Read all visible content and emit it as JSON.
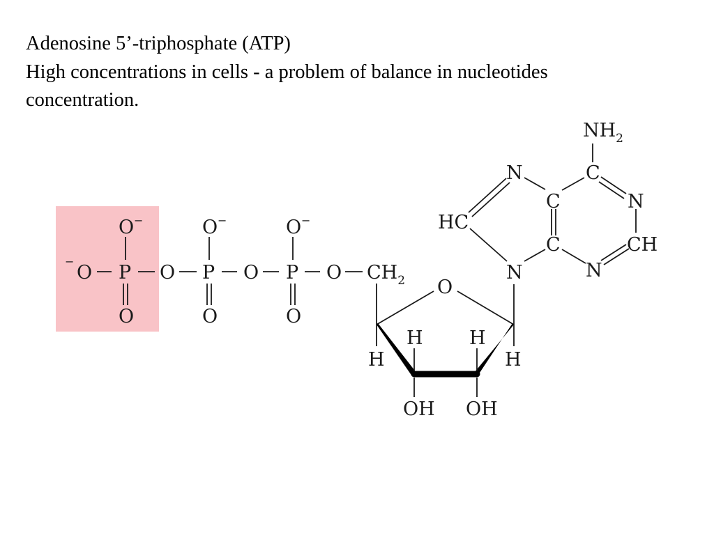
{
  "caption": {
    "line1": "Adenosine 5’-triphosphate (ATP)",
    "line2": "High concentrations in cells - a problem of balance in nucleotides",
    "line3": "concentration."
  },
  "highlight_color": "#f9c3c7",
  "labels": {
    "o_minus_1": "O",
    "minus": "−",
    "o_minus_2": "O",
    "o_minus_3": "O",
    "o_left": "O",
    "p1": "P",
    "p2": "P",
    "p3": "P",
    "o_bridge_1": "O",
    "o_bridge_2": "O",
    "o_bridge_3": "O",
    "o_bottom_1": "O",
    "o_bottom_2": "O",
    "o_bottom_3": "O",
    "ch2": "CH",
    "ch2_sub": "2",
    "o_ring": "O",
    "h1": "H",
    "h2": "H",
    "h3": "H",
    "h4": "H",
    "oh1": "OH",
    "oh2": "OH",
    "nh2": "NH",
    "nh2_sub": "2",
    "n7": "N",
    "c6": "C",
    "n1": "N",
    "c5": "C",
    "c4": "C",
    "hc8": "HC",
    "ch2_ring": "CH",
    "n3": "N",
    "n9": "N"
  }
}
